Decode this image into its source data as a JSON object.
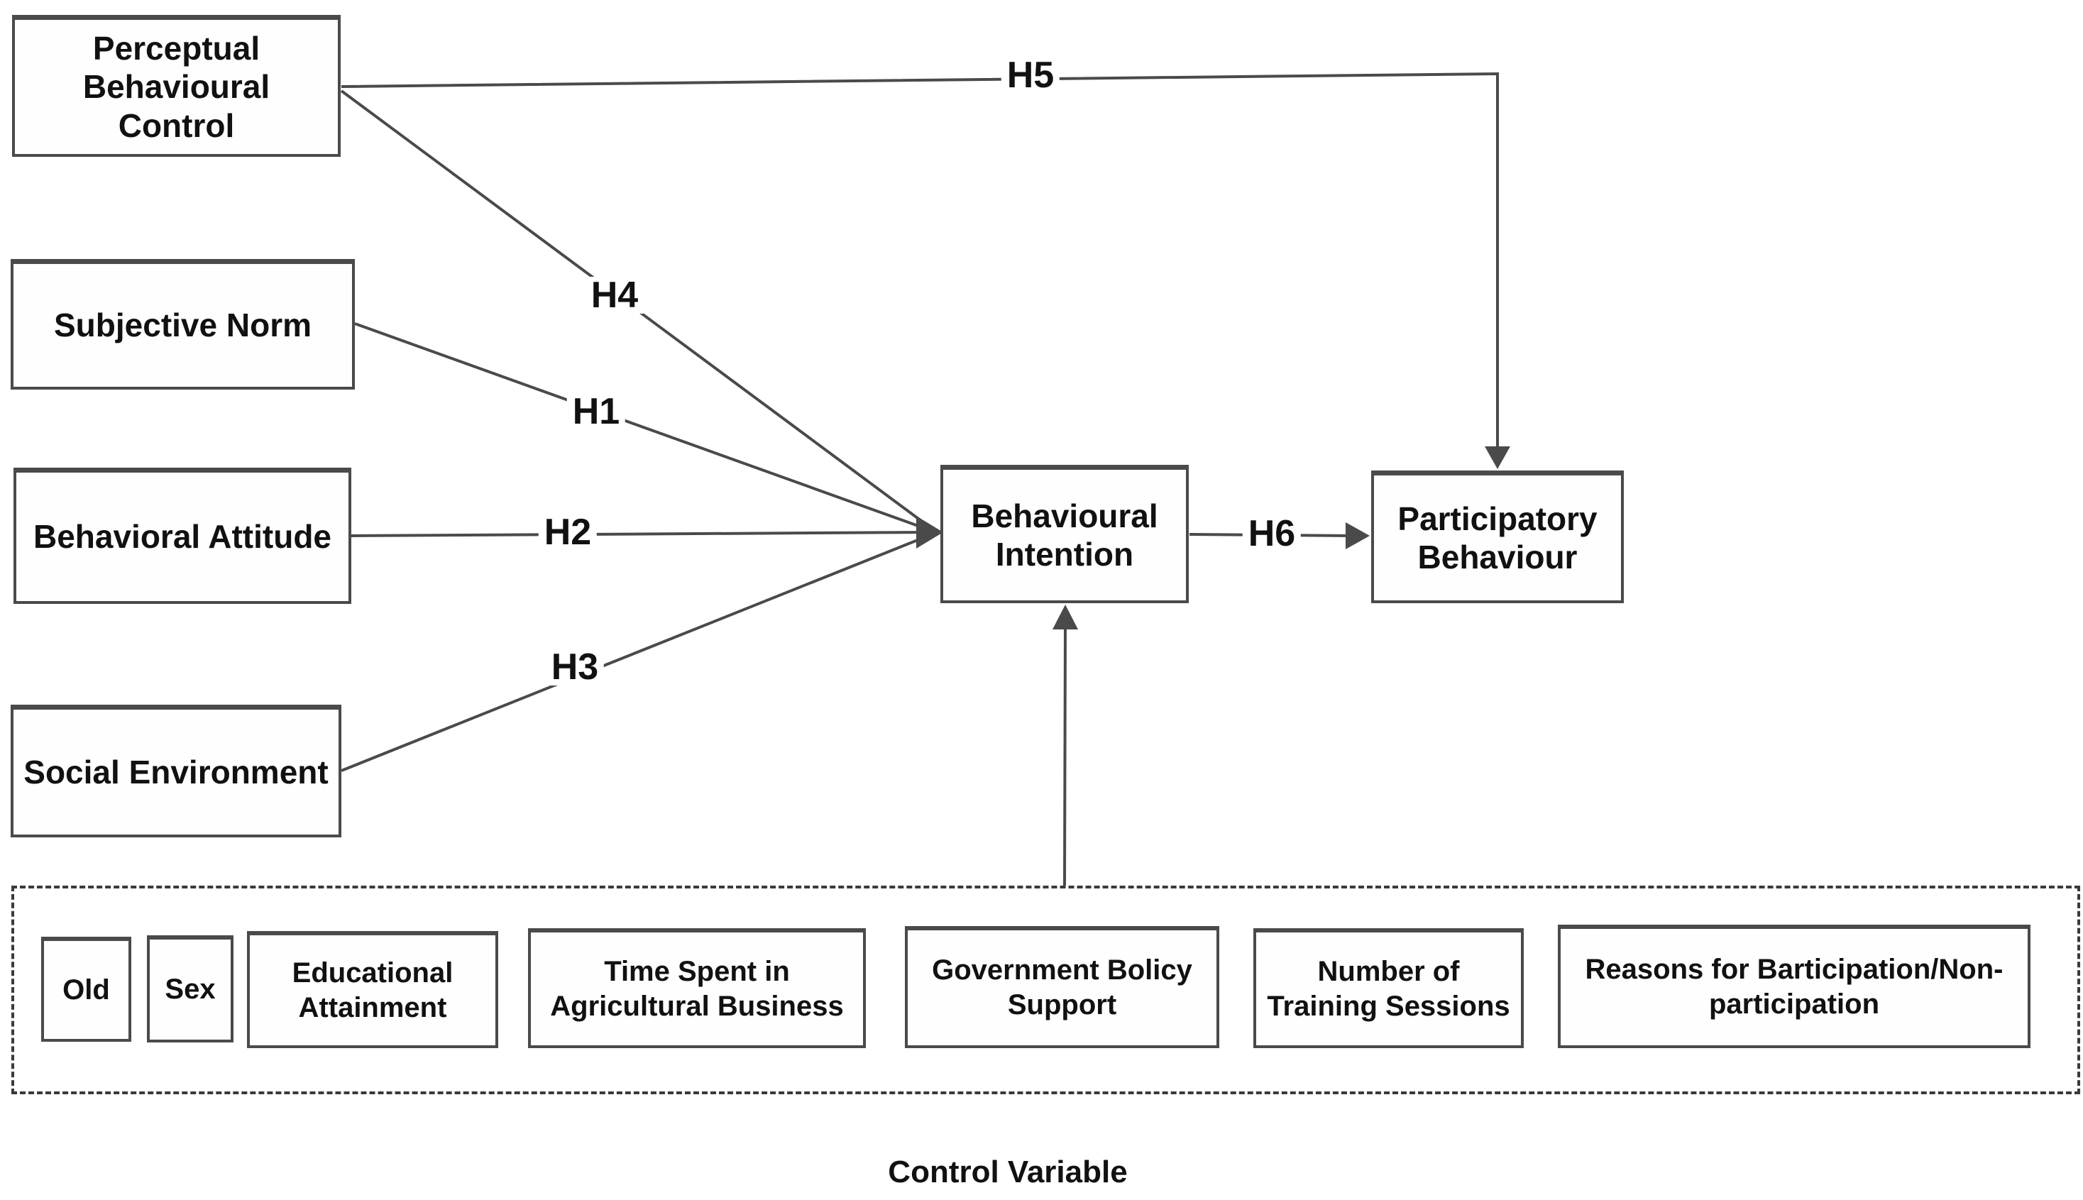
{
  "diagram": {
    "title_caption": "Control Variable",
    "nodes": [
      {
        "id": "pbc",
        "label": "Perceptual Behavioural Control"
      },
      {
        "id": "sn",
        "label": "Subjective Norm"
      },
      {
        "id": "ba",
        "label": "Behavioral Attitude"
      },
      {
        "id": "se",
        "label": "Social Environment"
      },
      {
        "id": "bi",
        "label": "Behavioural Intention"
      },
      {
        "id": "pb",
        "label": "Participatory Behaviour"
      }
    ],
    "hypotheses": [
      {
        "id": "H1",
        "label": "H1",
        "from": "Subjective Norm",
        "to": "Behavioural Intention"
      },
      {
        "id": "H2",
        "label": "H2",
        "from": "Behavioral Attitude",
        "to": "Behavioural Intention"
      },
      {
        "id": "H3",
        "label": "H3",
        "from": "Social Environment",
        "to": "Behavioural Intention"
      },
      {
        "id": "H4",
        "label": "H4",
        "from": "Perceptual Behavioural Control",
        "to": "Behavioural Intention"
      },
      {
        "id": "H5",
        "label": "H5",
        "from": "Perceptual Behavioural Control",
        "to": "Participatory Behaviour"
      },
      {
        "id": "H6",
        "label": "H6",
        "from": "Behavioural Intention",
        "to": "Participatory Behaviour"
      }
    ],
    "unlabeled_edges": [
      {
        "from": "Control Variable group",
        "to": "Behavioural Intention",
        "direction": "up"
      }
    ],
    "control_group": {
      "caption": "Control Variable",
      "items": [
        "Old",
        "Sex",
        "Educational Attainment",
        "Time Spent in Agricultural Business",
        "Government Bolicy Support",
        "Number of Training Sessions",
        "Reasons for Barticipation/Non-participation"
      ]
    },
    "colors": {
      "background": "#ffffff",
      "box_border": "#4a4a4a",
      "line": "#4a4a4a",
      "text": "#111111",
      "dashed_border": "#3a3a3a"
    }
  }
}
